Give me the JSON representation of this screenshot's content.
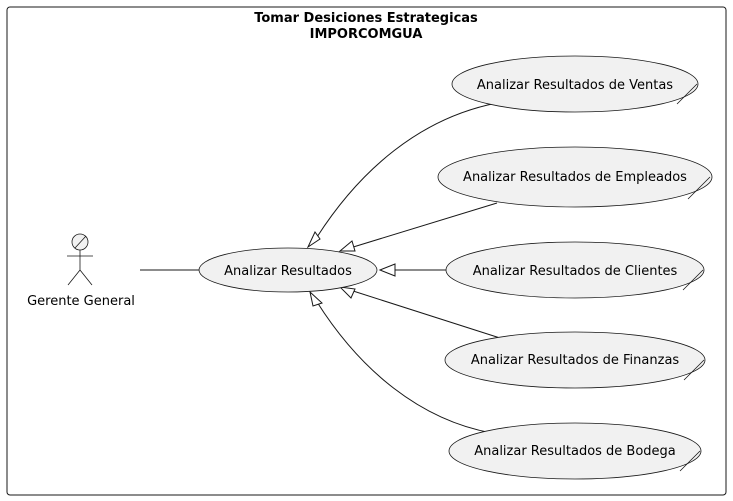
{
  "system_boundary": {
    "title_line1": "Tomar Desiciones Estrategicas",
    "title_line2": "IMPORCOMGUA"
  },
  "actor": {
    "name": "Gerente General",
    "icon": "business-actor-icon"
  },
  "use_cases": {
    "main": "Analizar Resultados",
    "ventas": "Analizar Resultados de Ventas",
    "empleados": "Analizar Resultados de Empleados",
    "clientes": "Analizar Resultados de Clientes",
    "finanzas": "Analizar Resultados de Finanzas",
    "bodega": "Analizar Resultados de Bodega"
  },
  "relations": [
    {
      "from": "actor",
      "to": "main",
      "type": "association"
    },
    {
      "from": "ventas",
      "to": "main",
      "type": "generalization"
    },
    {
      "from": "empleados",
      "to": "main",
      "type": "generalization"
    },
    {
      "from": "clientes",
      "to": "main",
      "type": "generalization"
    },
    {
      "from": "finanzas",
      "to": "main",
      "type": "generalization"
    },
    {
      "from": "bodega",
      "to": "main",
      "type": "generalization"
    }
  ],
  "colors": {
    "usecase_fill": "#f1f1f1",
    "stroke": "#181818",
    "background": "#ffffff"
  }
}
